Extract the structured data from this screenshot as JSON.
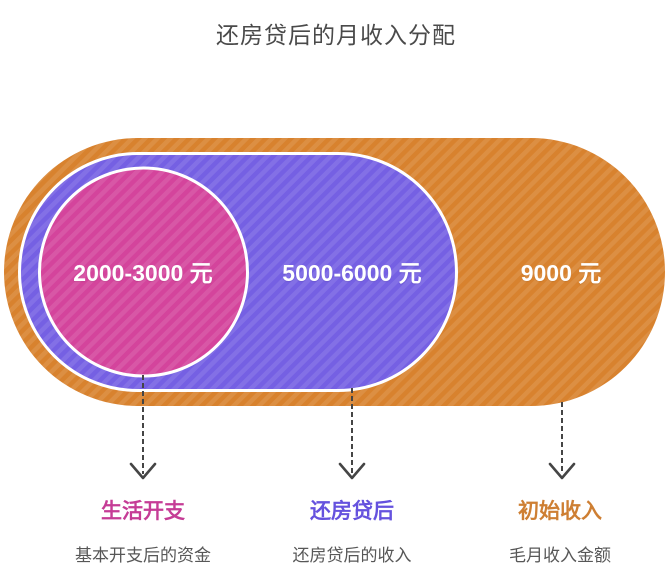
{
  "title": "还房贷后的月收入分配",
  "colors": {
    "pink_fill": "#d4449c",
    "purple_fill": "#7560e3",
    "orange_fill": "#d8822e",
    "pink_label": "#c53c96",
    "purple_label": "#6552de",
    "orange_label": "#ce7f33",
    "subtitle_gray": "#575757",
    "arrow": "#454545",
    "ring_border": "#ffffff"
  },
  "rings": [
    {
      "id": "living-expense",
      "value": "2000-3000 元",
      "name": "生活开支",
      "description": "基本开支后的资金",
      "fill": "#d4449c",
      "label_color": "#c53c96"
    },
    {
      "id": "after-mortgage",
      "value": "5000-6000 元",
      "name": "还房贷后",
      "description": "还房贷后的收入",
      "fill": "#7560e3",
      "label_color": "#6552de"
    },
    {
      "id": "initial-income",
      "value": "9000 元",
      "name": "初始收入",
      "description": "毛月收入金额",
      "fill": "#d8822e",
      "label_color": "#ce7f33"
    }
  ]
}
